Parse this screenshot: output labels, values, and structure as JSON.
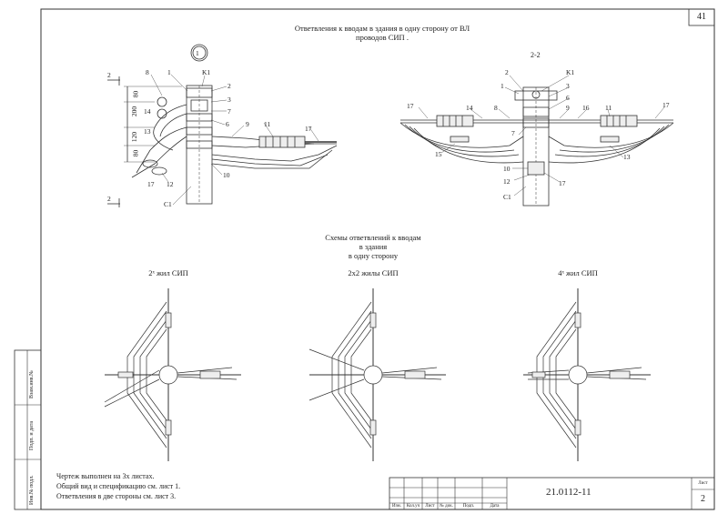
{
  "sheet": {
    "number": "41",
    "doc_code": "21.0112-11",
    "sheet_label": "Лист",
    "sheet_value": "2"
  },
  "title": {
    "line1": "Ответвления к вводам в здания в одну сторону от ВЛ",
    "line2": "проводов СИП ."
  },
  "view1": {
    "circle_label": "1",
    "section_marker": "2",
    "dims": [
      "80",
      "200",
      "120",
      "80"
    ],
    "callouts": [
      "8",
      "1",
      "K1",
      "2",
      "3",
      "7",
      "14",
      "6",
      "13",
      "9",
      "11",
      "17",
      "10",
      "12",
      "17",
      "C1"
    ]
  },
  "view2": {
    "title": "2-2",
    "callouts": [
      "2",
      "K1",
      "3",
      "1",
      "6",
      "17",
      "14",
      "8",
      "9",
      "16",
      "11",
      "17",
      "7",
      "15",
      "13",
      "10",
      "12",
      "17",
      "C1"
    ]
  },
  "schemes": {
    "title_line1": "Схемы ответвлений к вводам",
    "title_line2": "в здания",
    "title_line3": "в одну сторону",
    "labels": [
      "2ˣ жил СИП",
      "2x2 жилы СИП",
      "4ˣ жил СИП"
    ]
  },
  "notes": [
    "Чертеж выполнен на 3х листах.",
    "Общий вид и спецификацию см. лист 1.",
    "Ответвления в две стороны см. лист 3."
  ],
  "stamp": {
    "columns": [
      "Изм.",
      "Кол.уч",
      "Лист",
      "№ док.",
      "Подп.",
      "Дата"
    ]
  },
  "sidebar": {
    "labels": [
      "Инв.№ подл.",
      "Подп. и дата",
      "Взам.инв.№"
    ]
  }
}
